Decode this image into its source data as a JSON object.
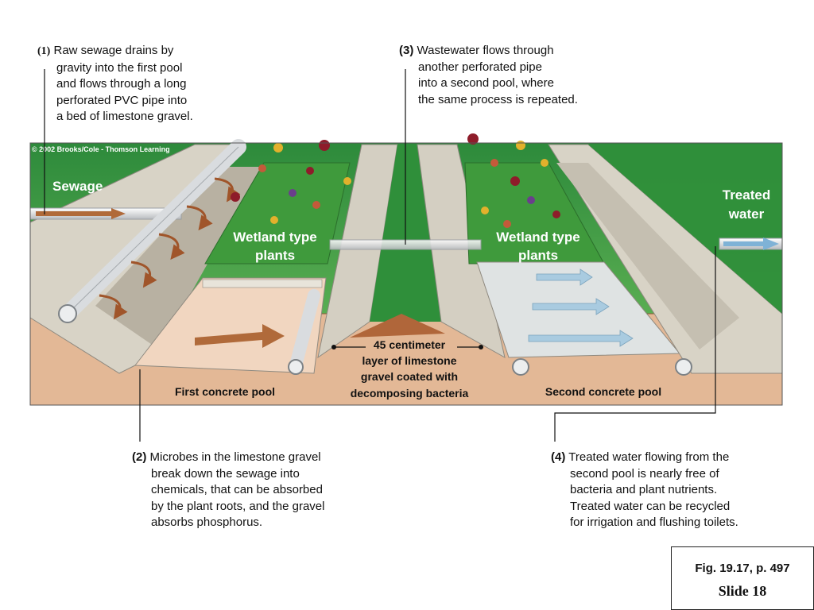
{
  "copyright": "© 2002 Brooks/Cole - Thomson Learning",
  "notes": {
    "note1": {
      "number": "(1)",
      "lines": [
        "Raw sewage drains by",
        "gravity into the first pool",
        "and flows through a long",
        "perforated PVC pipe into",
        "a bed of limestone gravel."
      ]
    },
    "note2": {
      "number": "(2)",
      "lines": [
        "Microbes in the limestone gravel",
        "break down the sewage into",
        "chemicals, that can be absorbed",
        "by the plant roots, and the gravel",
        "absorbs phosphorus."
      ]
    },
    "note3": {
      "number": "(3)",
      "lines": [
        "Wastewater flows through",
        "another perforated pipe",
        "into a second pool, where",
        "the same process is repeated."
      ]
    },
    "note4": {
      "number": "(4)",
      "lines": [
        "Treated water flowing from the",
        "second pool is nearly free of",
        "bacteria and plant nutrients.",
        "Treated water can be recycled",
        "for irrigation and flushing toilets."
      ]
    }
  },
  "labels": {
    "sewage": "Sewage",
    "treated_water": [
      "Treated",
      "water"
    ],
    "wetland_plants": [
      "Wetland type",
      "plants"
    ],
    "gravel_layer": [
      "45 centimeter",
      "layer of limestone",
      "gravel coated with",
      "decomposing bacteria"
    ],
    "first_pool": "First concrete pool",
    "second_pool": "Second concrete pool"
  },
  "figure_reference": {
    "figure": "Fig. 19.17, p. 497",
    "slide": "Slide 18"
  },
  "colors": {
    "grass": "#2f8f3a",
    "soil": "#e3b896",
    "concrete": "#dcd8cc",
    "water_arrow": "#9fc4dc",
    "sewage_arrow": "#b06a3a"
  }
}
